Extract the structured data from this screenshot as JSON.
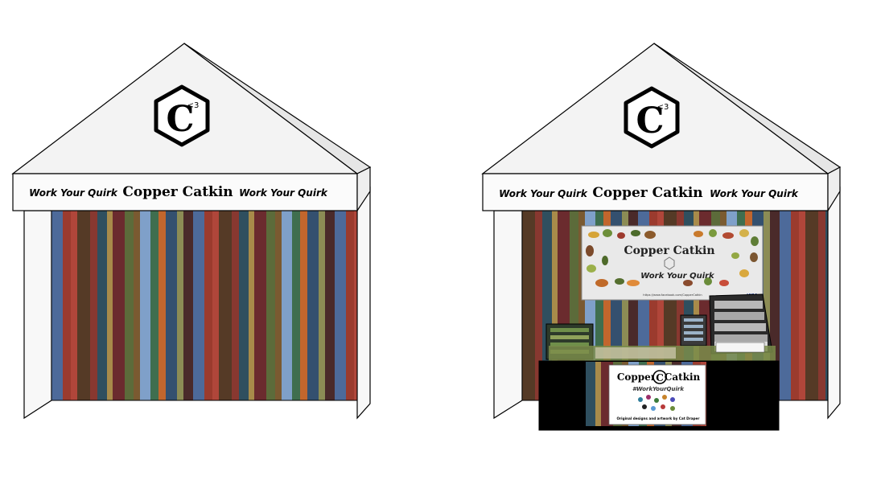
{
  "tents": [
    {
      "brand_name": "Copper Catkin",
      "slogan_left": "Work Your Quirk",
      "slogan_right": "Work Your Quirk",
      "logo_letter": "C",
      "logo_superscript": "<3"
    },
    {
      "brand_name": "Copper Catkin",
      "slogan_left": "Work Your Quirk",
      "slogan_right": "Work Your Quirk",
      "logo_letter": "C",
      "logo_superscript": "<3",
      "banner": {
        "title": "Copper Catkin",
        "subtitle": "Work Your Quirk",
        "url": "https://www.facebook.com/CopperCatkin",
        "payment": "VISA"
      },
      "table_sign": {
        "brand_left": "Copper",
        "brand_letter": "C",
        "brand_right": "Catkin",
        "hashtag": "#WorkYourQuirk",
        "credit": "Original designs and artwork by Cat Draper"
      }
    }
  ],
  "colors": {
    "stripes": [
      "#3f6e4f",
      "#b0463a",
      "#7a5a31",
      "#4d6a9a",
      "#6b2b2e",
      "#8c8c55",
      "#2f4f5f",
      "#c2662d",
      "#553a26",
      "#7fa0c9",
      "#9b3b2e",
      "#5c6b3a",
      "#4a2a2a",
      "#a88b4a",
      "#34506f",
      "#883830"
    ],
    "roof": "#f3f3f3",
    "outline": "#000000"
  }
}
